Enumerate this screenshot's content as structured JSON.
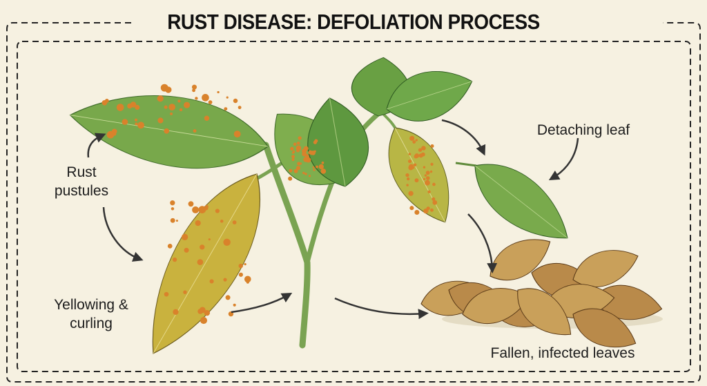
{
  "title": "RUST DISEASE: DEFOLIATION PROCESS",
  "labels": {
    "rust_pustules": [
      "Rust",
      "pustules"
    ],
    "detaching_leaf": "Detaching leaf",
    "yellowing": [
      "Yellowing &",
      "curling"
    ],
    "fallen": "Fallen, infected leaves"
  },
  "colors": {
    "background": "#f6f1e1",
    "leaf_green": "#6fa046",
    "leaf_dark": "#4f8a3a",
    "leaf_yellow": "#c9b23e",
    "rust": "#d9822b",
    "fallen": "#b98a4a"
  }
}
